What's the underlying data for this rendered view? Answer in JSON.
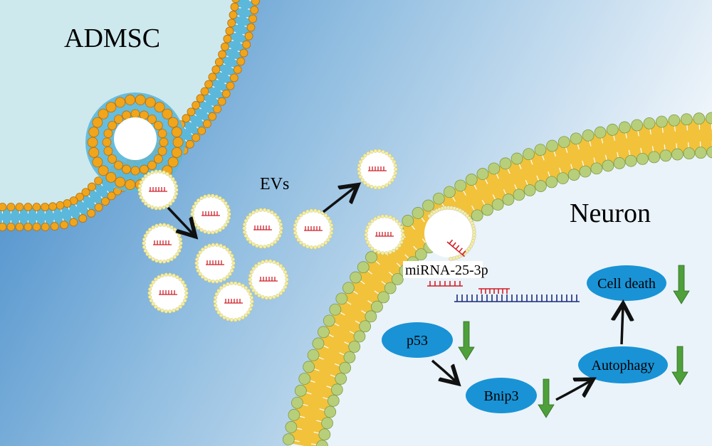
{
  "labels": {
    "admsc": "ADMSC",
    "evs": "EVs",
    "neuron": "Neuron",
    "mirna": "miRNA-25-3p"
  },
  "pathway": {
    "p53": "p53",
    "bnip3": "Bnip3",
    "autophagy": "Autophagy",
    "cell_death": "Cell death"
  },
  "colors": {
    "bg_left": "#3f87c6",
    "bg_right": "#ffffff",
    "admsc_inside": "#cde9ee",
    "admsc_band": "#55b6d8",
    "admsc_bead": "#f0a51c",
    "neuron_inside": "#e9f3f9",
    "neuron_band": "#f3c33b",
    "neuron_bead": "#b7cf7b",
    "node_fill": "#1993d6",
    "down_arrow": "#4ea03a",
    "mirna": "#d0202a",
    "mrna": "#1b2a7a",
    "ev_bead": "#f5ee9e"
  },
  "icons": [
    "down-arrow-icon",
    "pathway-arrow-icon",
    "mirna-strand-icon",
    "mrna-strand-icon",
    "ev-vesicle-icon"
  ]
}
